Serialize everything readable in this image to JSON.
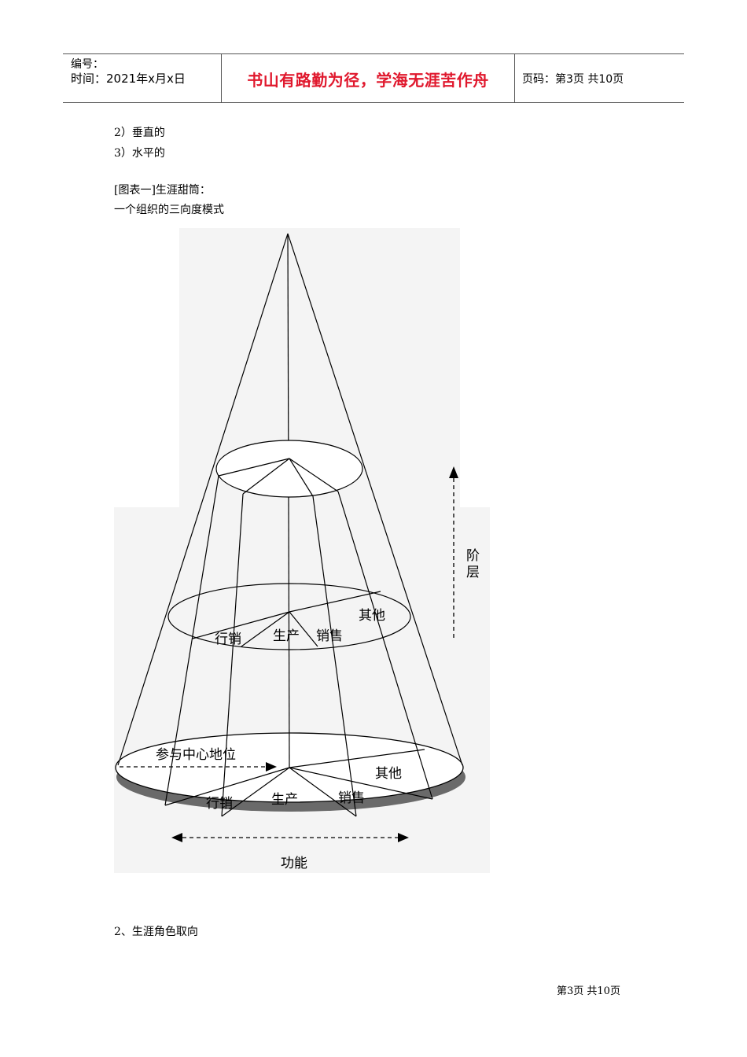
{
  "header": {
    "code_label": "编号：",
    "time_label": "时间：2021年x月x日",
    "motto": "书山有路勤为径，学海无涯苦作舟",
    "page_info": "页码：第3页 共10页"
  },
  "body": {
    "item2": "2）垂直的",
    "item3": "3）水平的",
    "figure_caption": "[图表一]生涯甜筒：",
    "figure_subcaption": "一个组织的三向度模式",
    "section_heading": "2、生涯角色取向"
  },
  "diagram": {
    "middle_labels": {
      "marketing": "行销",
      "production": "生产",
      "sales": "销售",
      "other": "其他"
    },
    "base_labels": {
      "marketing": "行销",
      "production": "生产",
      "sales": "销售",
      "other": "其他"
    },
    "centrality_label": "参与中心地位",
    "function_label": "功能",
    "hierarchy_label_1": "阶",
    "hierarchy_label_2": "层"
  },
  "footer": {
    "page_text": "第3页 共10页"
  }
}
